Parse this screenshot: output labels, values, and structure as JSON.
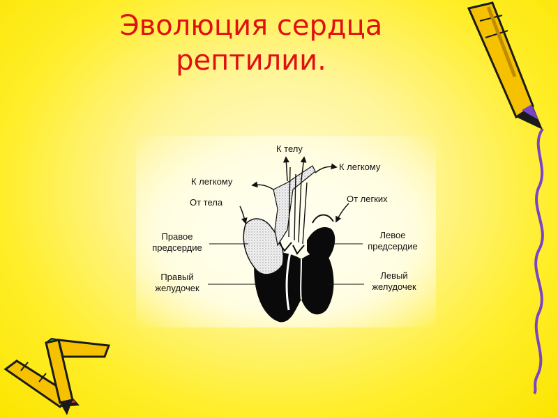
{
  "slide": {
    "title_line1": "Эволюция сердца",
    "title_line2": "рептилии."
  },
  "diagram": {
    "labels": {
      "to_body": "К телу",
      "to_lung_left": "К легкому",
      "to_lung_right": "К легкому",
      "from_body": "От тела",
      "from_lungs": "От легких",
      "right_atrium_1": "Правое",
      "right_atrium_2": "предсердие",
      "left_atrium_1": "Левое",
      "left_atrium_2": "предсердие",
      "right_ventricle_1": "Правый",
      "right_ventricle_2": "желудочек",
      "left_ventricle_1": "Левый",
      "left_ventricle_2": "желудочек"
    }
  },
  "colors": {
    "title": "#e01010",
    "background": "#ffee2a",
    "pencil_body": "#f5c100",
    "pencil_outline": "#1a1a1a",
    "squiggle": "#7a44c8"
  },
  "decorations": [
    "pencil-icon-top-right",
    "pencil-icon-bottom-left",
    "pencil-icon-bottom-left-2",
    "squiggle-line"
  ]
}
